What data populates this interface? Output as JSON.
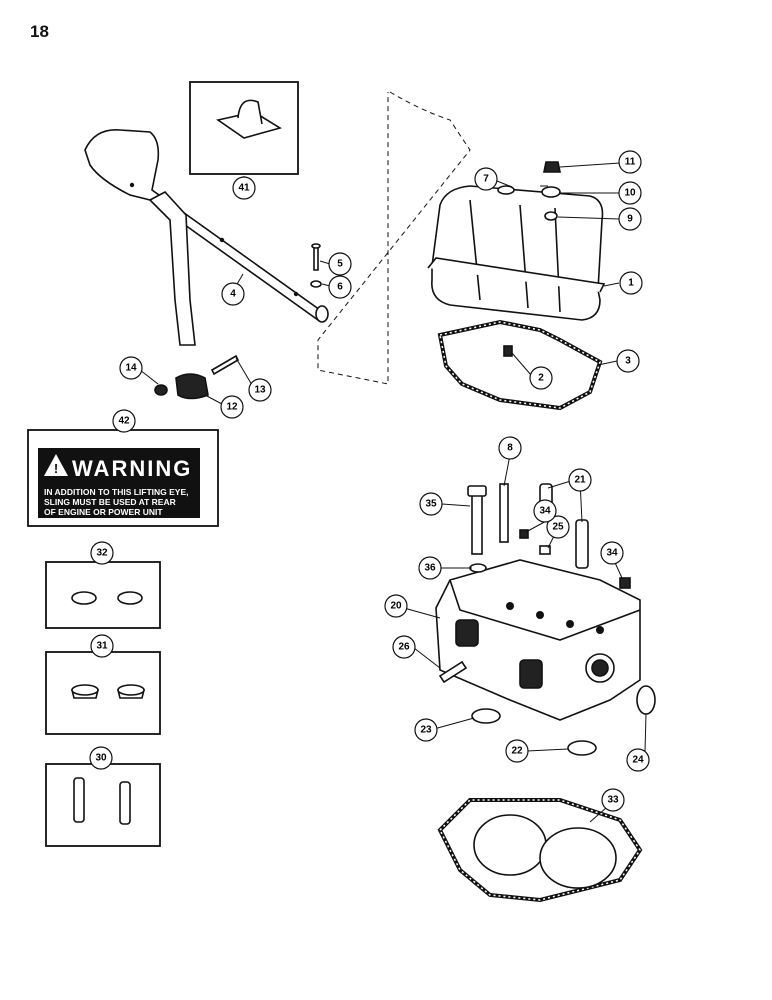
{
  "page_number": "18",
  "warning_decal": {
    "word": "WARNING",
    "lines": [
      "IN ADDITION TO THIS LIFTING EYE,",
      "SLING MUST BE USED AT REAR",
      "OF ENGINE OR POWER UNIT"
    ]
  },
  "callouts": {
    "c1": "1",
    "c2": "2",
    "c3": "3",
    "c4": "4",
    "c5": "5",
    "c6": "6",
    "c7": "7",
    "c8": "8",
    "c9": "9",
    "c10": "10",
    "c11": "11",
    "c12": "12",
    "c13": "13",
    "c14": "14",
    "c20": "20",
    "c21": "21",
    "c22": "22",
    "c23": "23",
    "c24": "24",
    "c25": "25",
    "c26": "26",
    "c30": "30",
    "c31": "31",
    "c32": "32",
    "c33": "33",
    "c34a": "34",
    "c34b": "34",
    "c35": "35",
    "c36": "36",
    "c41": "41",
    "c42": "42"
  }
}
